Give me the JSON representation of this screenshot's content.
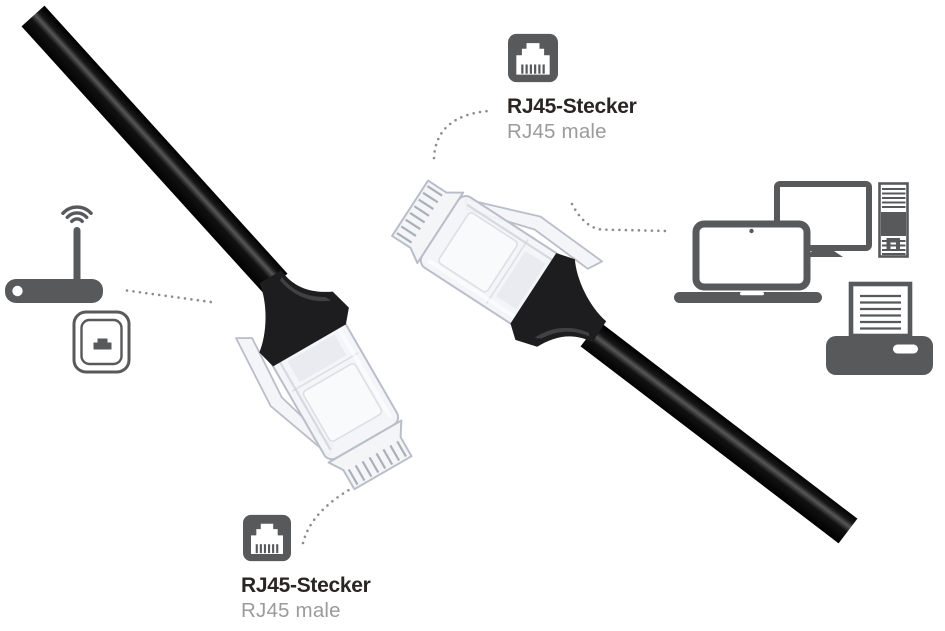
{
  "labels": {
    "top": {
      "icon": "rj45-port-icon",
      "title": "RJ45-Stecker",
      "subtitle": "RJ45 male"
    },
    "bottom": {
      "icon": "rj45-port-icon",
      "title": "RJ45-Stecker",
      "subtitle": "RJ45 male"
    }
  },
  "scene": {
    "left_icons": [
      "wifi-router-icon",
      "ethernet-wall-socket-icon"
    ],
    "right_icons": [
      "laptop-icon",
      "monitor-icon",
      "desktop-tower-icon",
      "printer-icon"
    ],
    "connectors": [
      "rj45-male-connector-lower-left",
      "rj45-male-connector-upper-right"
    ],
    "cables": [
      "black-cable-from-top-left",
      "black-cable-to-bottom-right"
    ]
  },
  "colors": {
    "background": "#ffffff",
    "icon_gray": "#58595b",
    "title_text": "#2a2422",
    "subtitle_text": "#9b9b9b",
    "cable_black": "#0a0a0a",
    "cable_highlight": "#575757",
    "boot_black": "#1d1d1f",
    "boot_highlight": "#555555",
    "connector_fill": "#f2f4f7",
    "connector_edge": "#b9bec8",
    "connector_facet": "#dcdfe6",
    "contact_gray": "#aab0b8",
    "dot_gray": "#8c8c8c"
  }
}
